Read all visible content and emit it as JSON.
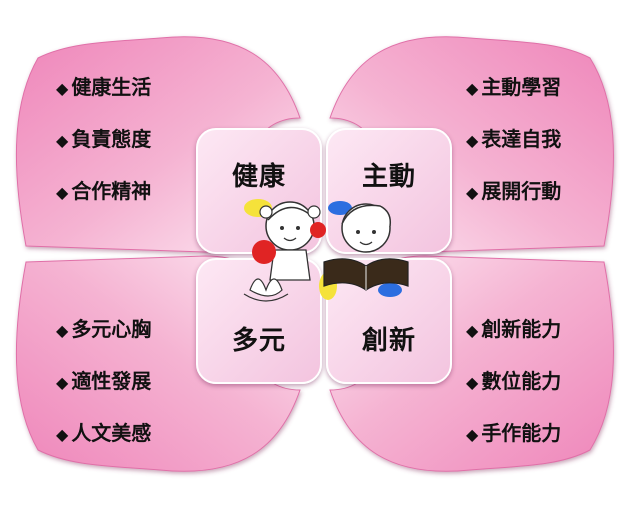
{
  "petals": {
    "top_left": {
      "items": [
        "健康生活",
        "負責態度",
        "合作精神"
      ]
    },
    "top_right": {
      "items": [
        "主動學習",
        "表達自我",
        "展開行動"
      ]
    },
    "bottom_left": {
      "items": [
        "多元心胸",
        "適性發展",
        "人文美感"
      ]
    },
    "bottom_right": {
      "items": [
        "創新能力",
        "數位能力",
        "手作能力"
      ]
    }
  },
  "bullet_glyph": "◆",
  "center": {
    "top_left": "健康",
    "top_right": "主動",
    "bottom_left": "多元",
    "bottom_right": "創新"
  },
  "colors": {
    "petal_pink": "#ee82b8",
    "petal_light": "#fbe7f1",
    "tile_pink": "#f3c4df"
  },
  "illustration": {
    "subject": "two children reading a book with a lotus flower"
  }
}
